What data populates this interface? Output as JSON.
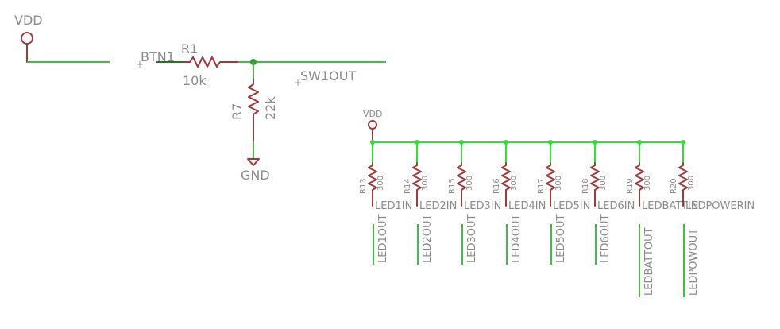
{
  "power": {
    "vdd_top": "VDD",
    "vdd_bank": "VDD",
    "gnd": "GND"
  },
  "nets": {
    "btn1": "BTN1",
    "sw1out": "SW1OUT"
  },
  "resistors": {
    "r1": {
      "name": "R1",
      "value": "10k"
    },
    "r7": {
      "name": "R7",
      "value": "22k"
    }
  },
  "led_resistors": [
    {
      "name": "R13",
      "value": "300"
    },
    {
      "name": "R14",
      "value": "300"
    },
    {
      "name": "R15",
      "value": "300"
    },
    {
      "name": "R16",
      "value": "300"
    },
    {
      "name": "R17",
      "value": "300"
    },
    {
      "name": "R18",
      "value": "300"
    },
    {
      "name": "R19",
      "value": "300"
    },
    {
      "name": "R20",
      "value": "300"
    }
  ],
  "led_in_labels": [
    "LED1IN",
    "LED2IN",
    "LED3IN",
    "LED4IN",
    "LED5IN",
    "LED6IN",
    "LEDBATTIN",
    "LEDPOWERIN"
  ],
  "led_out_labels": [
    "LED1OUT",
    "LED2OUT",
    "LED3OUT",
    "LED4OUT",
    "LED5OUT",
    "LED6OUT",
    "LEDBATTOUT",
    "LEDPOWOUT"
  ],
  "colors": {
    "wire": "#3fbf3f",
    "wire_bright": "#33dd33",
    "component": "#a03a3a",
    "label": "#8a8a8a"
  }
}
